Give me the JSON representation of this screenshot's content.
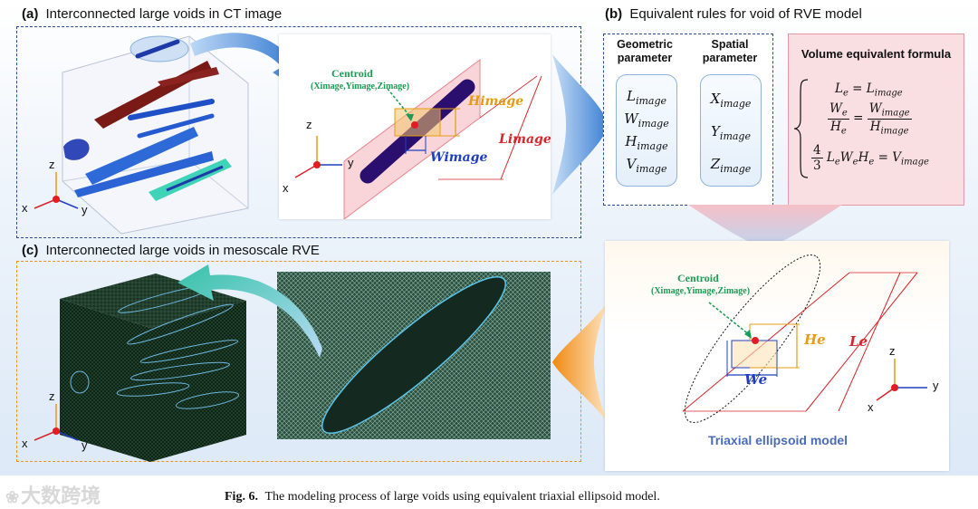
{
  "panel_a": {
    "label": "(a)",
    "title": "Interconnected large voids in CT image",
    "centroid_label": "Centroid",
    "centroid_coords": "(Ximage,Yimage,Zimage)",
    "h_label": "Himage",
    "w_label": "Wimage",
    "l_label": "Limage",
    "axis_z": "z",
    "axis_x": "x",
    "axis_y": "y"
  },
  "panel_b": {
    "label": "(b)",
    "title": "Equivalent rules for void of RVE model",
    "geometric_head_1": "Geometric",
    "geometric_head_2": "parameter",
    "spatial_head_1": "Spatial",
    "spatial_head_2": "parameter",
    "geometric_items": [
      {
        "base": "L",
        "sub": "image"
      },
      {
        "base": "W",
        "sub": "image"
      },
      {
        "base": "H",
        "sub": "image"
      },
      {
        "base": "V",
        "sub": "image"
      }
    ],
    "spatial_items": [
      {
        "base": "X",
        "sub": "image"
      },
      {
        "base": "Y",
        "sub": "image"
      },
      {
        "base": "Z",
        "sub": "image"
      }
    ],
    "formula_title": "Volume equivalent formula",
    "eq1": "Le = Limage",
    "eq2": "We/He = Wimage/Himage",
    "eq3": "4/3 LeWeHe = Vimage"
  },
  "panel_c": {
    "label": "(c)",
    "title": "Interconnected large voids in mesoscale RVE",
    "axis_z": "z",
    "axis_x": "x",
    "axis_y": "y"
  },
  "panel_d": {
    "centroid_label": "Centroid",
    "centroid_coords": "(Ximage,Yimage,Zimage)",
    "h_label": "He",
    "w_label": "We",
    "l_label": "Le",
    "model_label": "Triaxial ellipsoid model",
    "axis_z": "z",
    "axis_x": "x",
    "axis_y": "y"
  },
  "caption": {
    "fig": "Fig. 6.",
    "text": "The modeling process of large voids using equivalent triaxial ellipsoid model."
  },
  "watermark": "大数跨境",
  "colors": {
    "dashed_blue": "#2a4f8f",
    "dashed_orange": "#e8961e",
    "void_dark_red": "#7a1a16",
    "void_blue": "#1f5bd6",
    "void_cyan": "#3fd3b8",
    "label_red": "#d6252b",
    "label_orange": "#e59b12",
    "label_blue": "#1f3fbf",
    "label_green": "#1f9a55",
    "model_label": "#4a6bb8"
  }
}
